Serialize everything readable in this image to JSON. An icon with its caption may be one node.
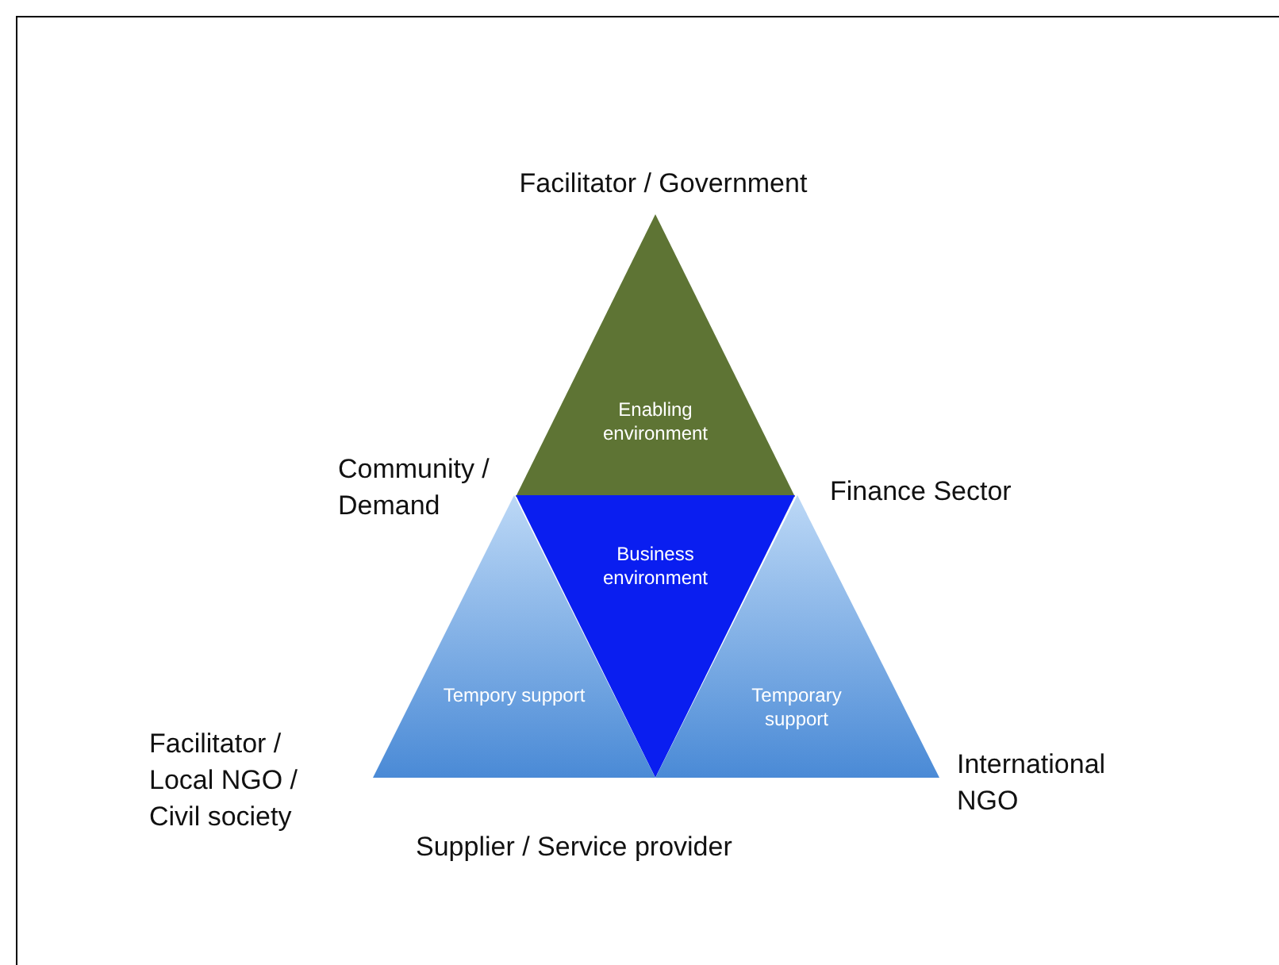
{
  "diagram": {
    "nodes": [
      {
        "text": [
          "Enabling environment"
        ]
      },
      {
        "text": [
          "Business environment"
        ]
      },
      {
        "text": [
          "Tempory support"
        ]
      },
      {
        "text": [
          "Temporary support"
        ]
      }
    ],
    "labels": [
      "Facilitator / Government",
      "Community / Demand",
      "Finance Sector",
      "Facilitator / Local NGO / Civil society",
      "International NGO",
      "Supplier / Service provider"
    ]
  }
}
